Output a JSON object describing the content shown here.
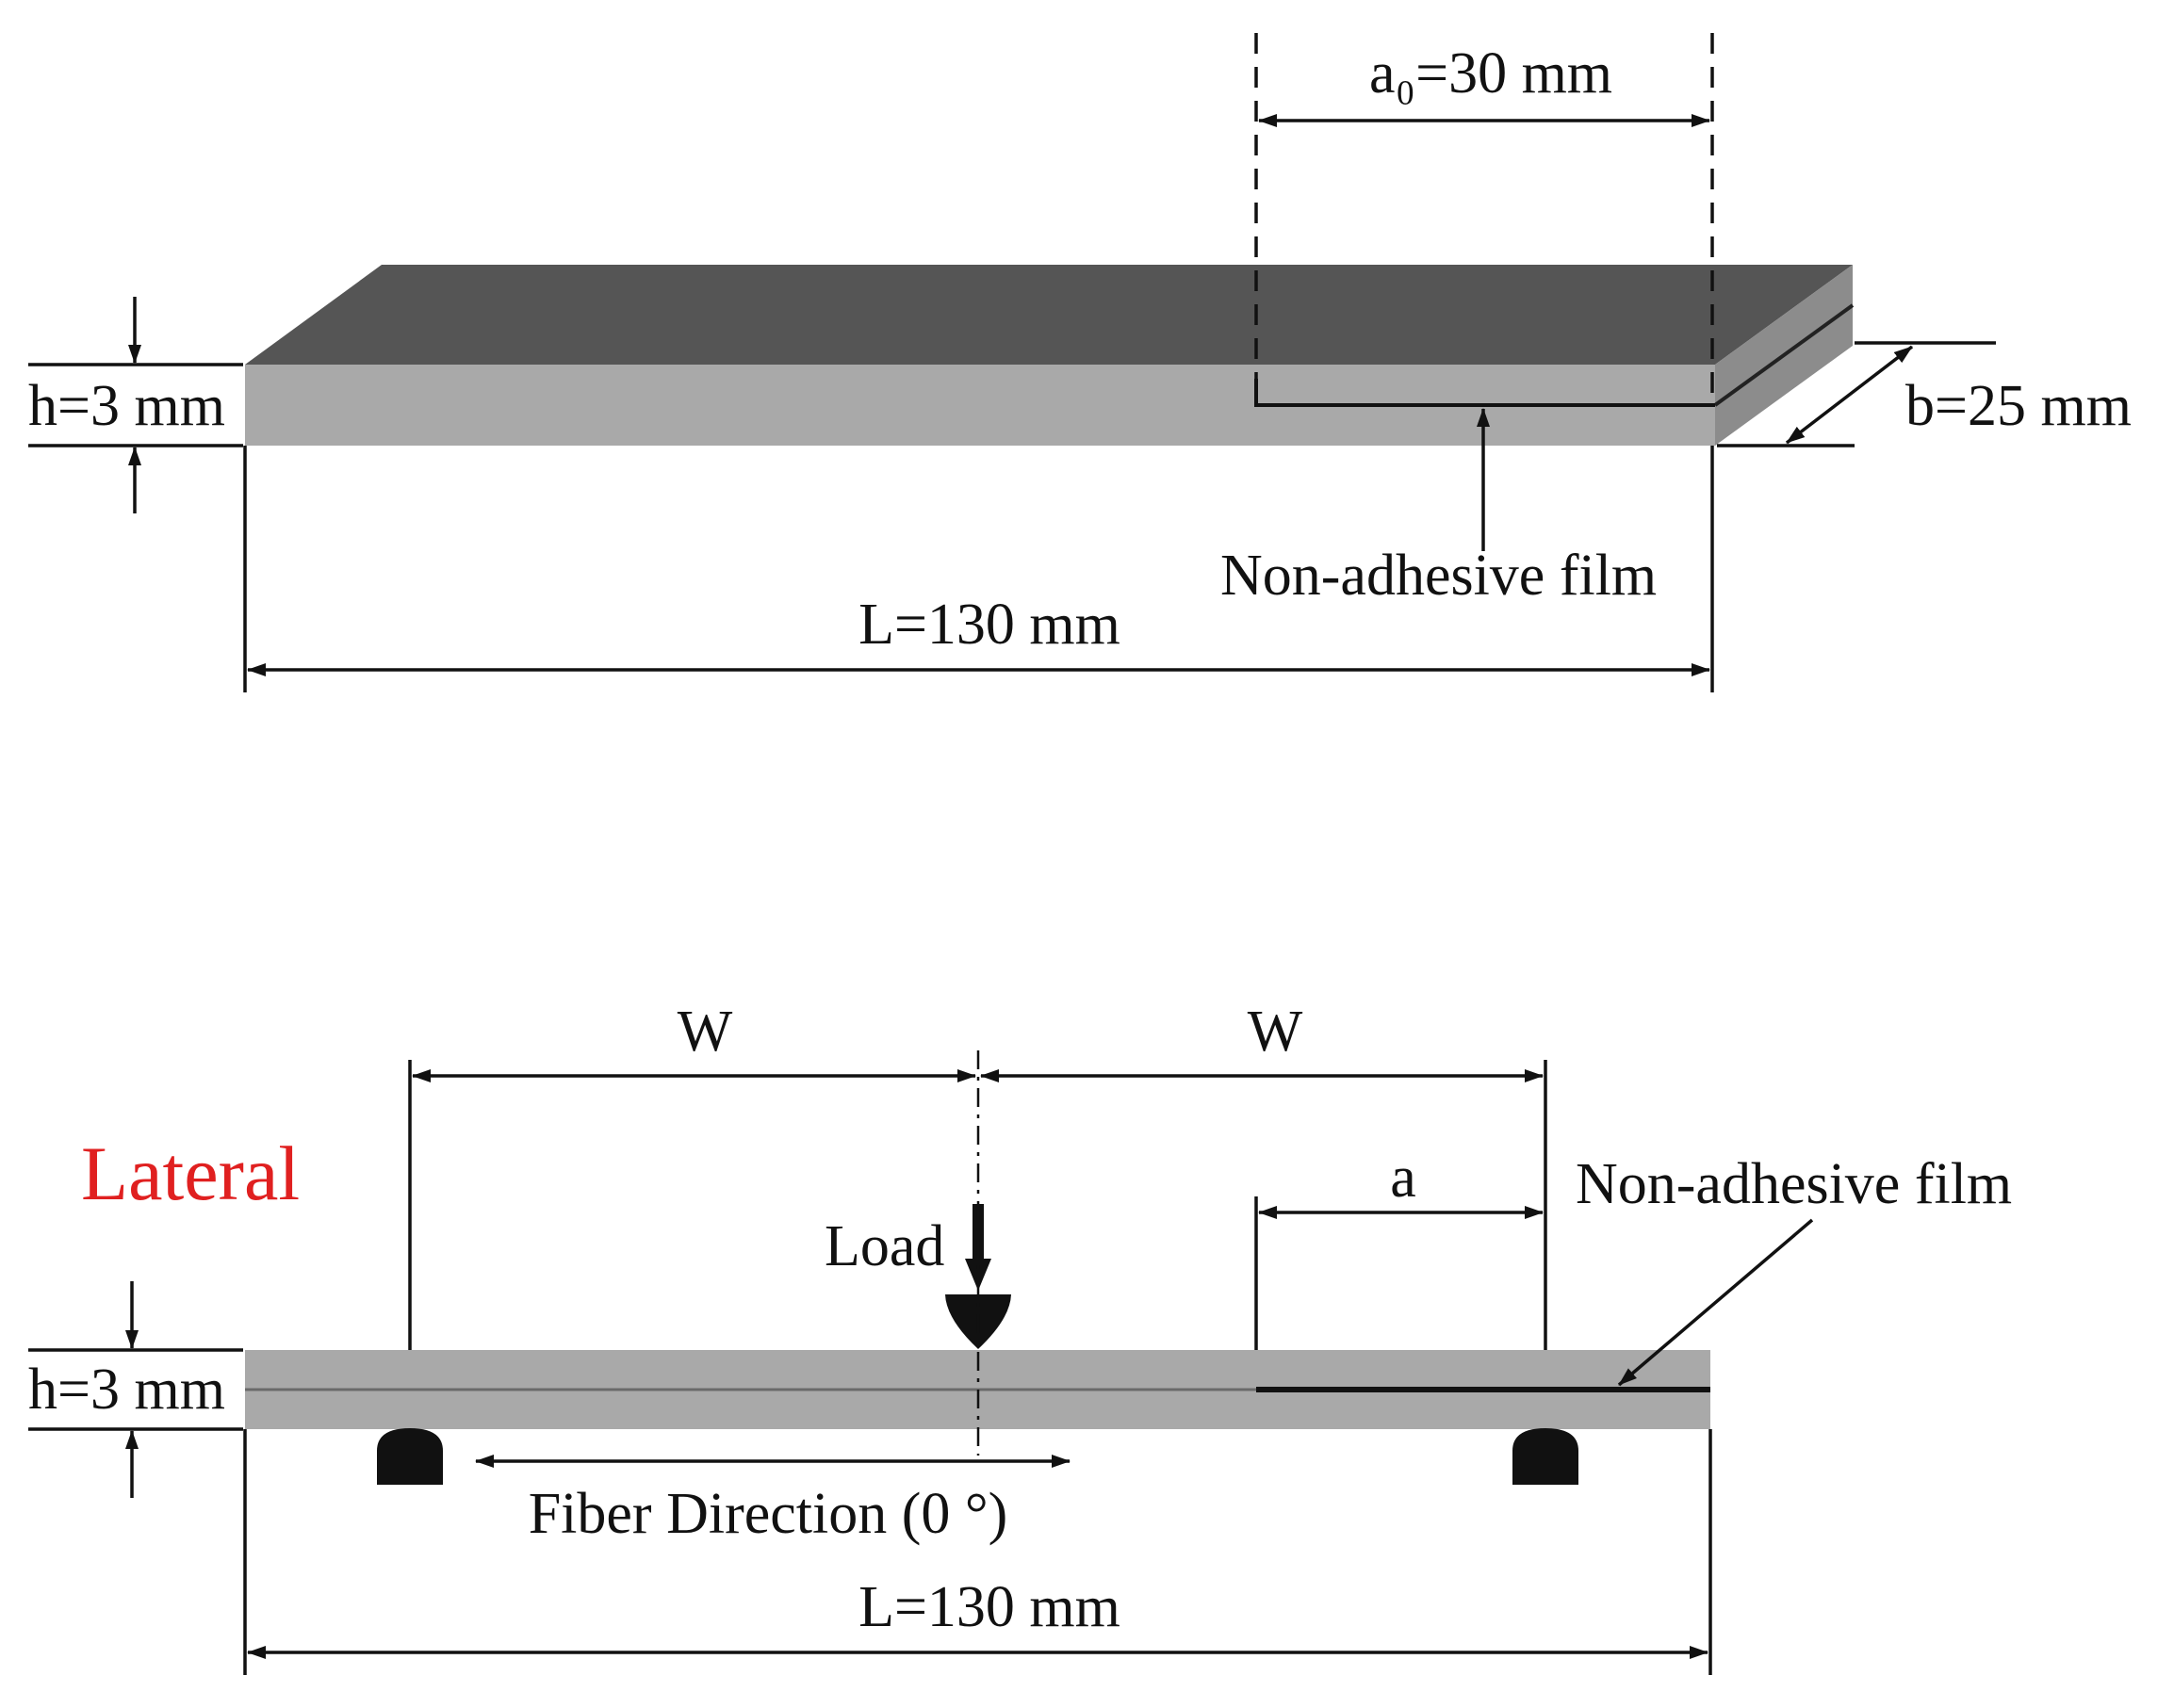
{
  "specimen_view": {
    "crack_length_label": "a₀=30 mm",
    "thickness_label": "h=3 mm",
    "width_label": "b=25 mm",
    "film_label": "Non-adhesive film",
    "length_label": "L=130 mm"
  },
  "lateral_view": {
    "title": "Lateral",
    "span_left_label": "W",
    "span_right_label": "W",
    "crack_label": "a",
    "film_label": "Non-adhesive film",
    "load_label": "Load",
    "thickness_label": "h=3 mm",
    "fiber_label": "Fiber Direction (0 °)",
    "length_label": "L=130 mm"
  },
  "colors": {
    "beam_top_face": "#555555",
    "beam_side_face": "#a9a9a9",
    "beam_edge_face": "#8c8c8c",
    "lines": "#111111",
    "title_red": "#e02020"
  }
}
